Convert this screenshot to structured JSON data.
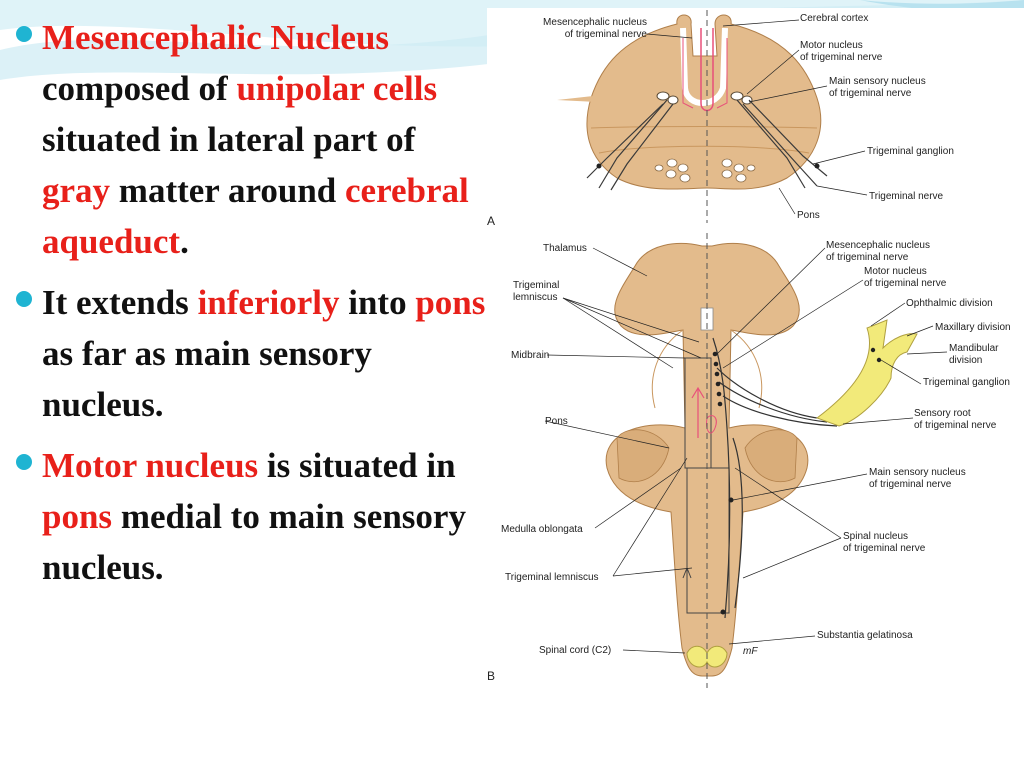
{
  "bullets": [
    {
      "segments": [
        {
          "text": "Mesencephalic Nucleus",
          "red": true
        },
        {
          "text": " composed of ",
          "red": false
        },
        {
          "text": "unipolar cells",
          "red": true
        },
        {
          "text": " situated in lateral part of ",
          "red": false
        },
        {
          "text": "gray",
          "red": true
        },
        {
          "text": " matter around ",
          "red": false
        },
        {
          "text": "cerebral aqueduct",
          "red": true
        },
        {
          "text": ".",
          "red": false
        }
      ]
    },
    {
      "segments": [
        {
          "text": "It extends ",
          "red": false
        },
        {
          "text": "inferiorly",
          "red": true
        },
        {
          "text": " into ",
          "red": false
        },
        {
          "text": "pons",
          "red": true
        },
        {
          "text": " as far as main sensory nucleus.",
          "red": false
        }
      ]
    },
    {
      "segments": [
        {
          "text": "Motor nucleus",
          "red": true
        },
        {
          "text": " is situated in ",
          "red": false
        },
        {
          "text": "pons",
          "red": true
        },
        {
          "text": " medial to main sensory nucleus.",
          "red": false
        }
      ]
    }
  ],
  "figure": {
    "panel_a": "A",
    "panel_b": "B",
    "signature": "mF",
    "labels_a": {
      "mesencephalic": [
        "Mesencephalic nucleus",
        "of trigeminal nerve"
      ],
      "cortex": [
        "Cerebral cortex"
      ],
      "motor": [
        "Motor nucleus",
        "of trigeminal nerve"
      ],
      "main_sensory": [
        "Main sensory nucleus",
        "of trigeminal nerve"
      ],
      "ganglion": [
        "Trigeminal ganglion"
      ],
      "nerve": [
        "Trigeminal nerve"
      ],
      "pons": [
        "Pons"
      ]
    },
    "labels_b": {
      "thalamus": [
        "Thalamus"
      ],
      "lemniscus": [
        "Trigeminal",
        "lemniscus"
      ],
      "midbrain": [
        "Midbrain"
      ],
      "pons": [
        "Pons"
      ],
      "medulla": [
        "Medulla oblongata"
      ],
      "lemniscus2": [
        "Trigeminal lemniscus"
      ],
      "spinal_cord": [
        "Spinal cord (C2)"
      ],
      "mesencephalic": [
        "Mesencephalic nucleus",
        "of trigeminal nerve"
      ],
      "motor": [
        "Motor nucleus",
        "of trigeminal nerve"
      ],
      "ophthalmic": [
        "Ophthalmic division"
      ],
      "maxillary": [
        "Maxillary division"
      ],
      "mandibular": [
        "Mandibular",
        "division"
      ],
      "ganglion": [
        "Trigeminal ganglion"
      ],
      "sensory_root": [
        "Sensory root",
        "of trigeminal nerve"
      ],
      "main_sensory": [
        "Main sensory nucleus",
        "of trigeminal nerve"
      ],
      "spinal_nucleus": [
        "Spinal nucleus",
        "of trigeminal nerve"
      ],
      "gelatinosa": [
        "Substantia gelatinosa"
      ]
    },
    "colors": {
      "tissue": "#e3bb8c",
      "tissue_dark": "#c9975f",
      "nerve": "#f2ea7a",
      "text_red": "#e8201a",
      "bullet": "#1fb4d2"
    }
  }
}
